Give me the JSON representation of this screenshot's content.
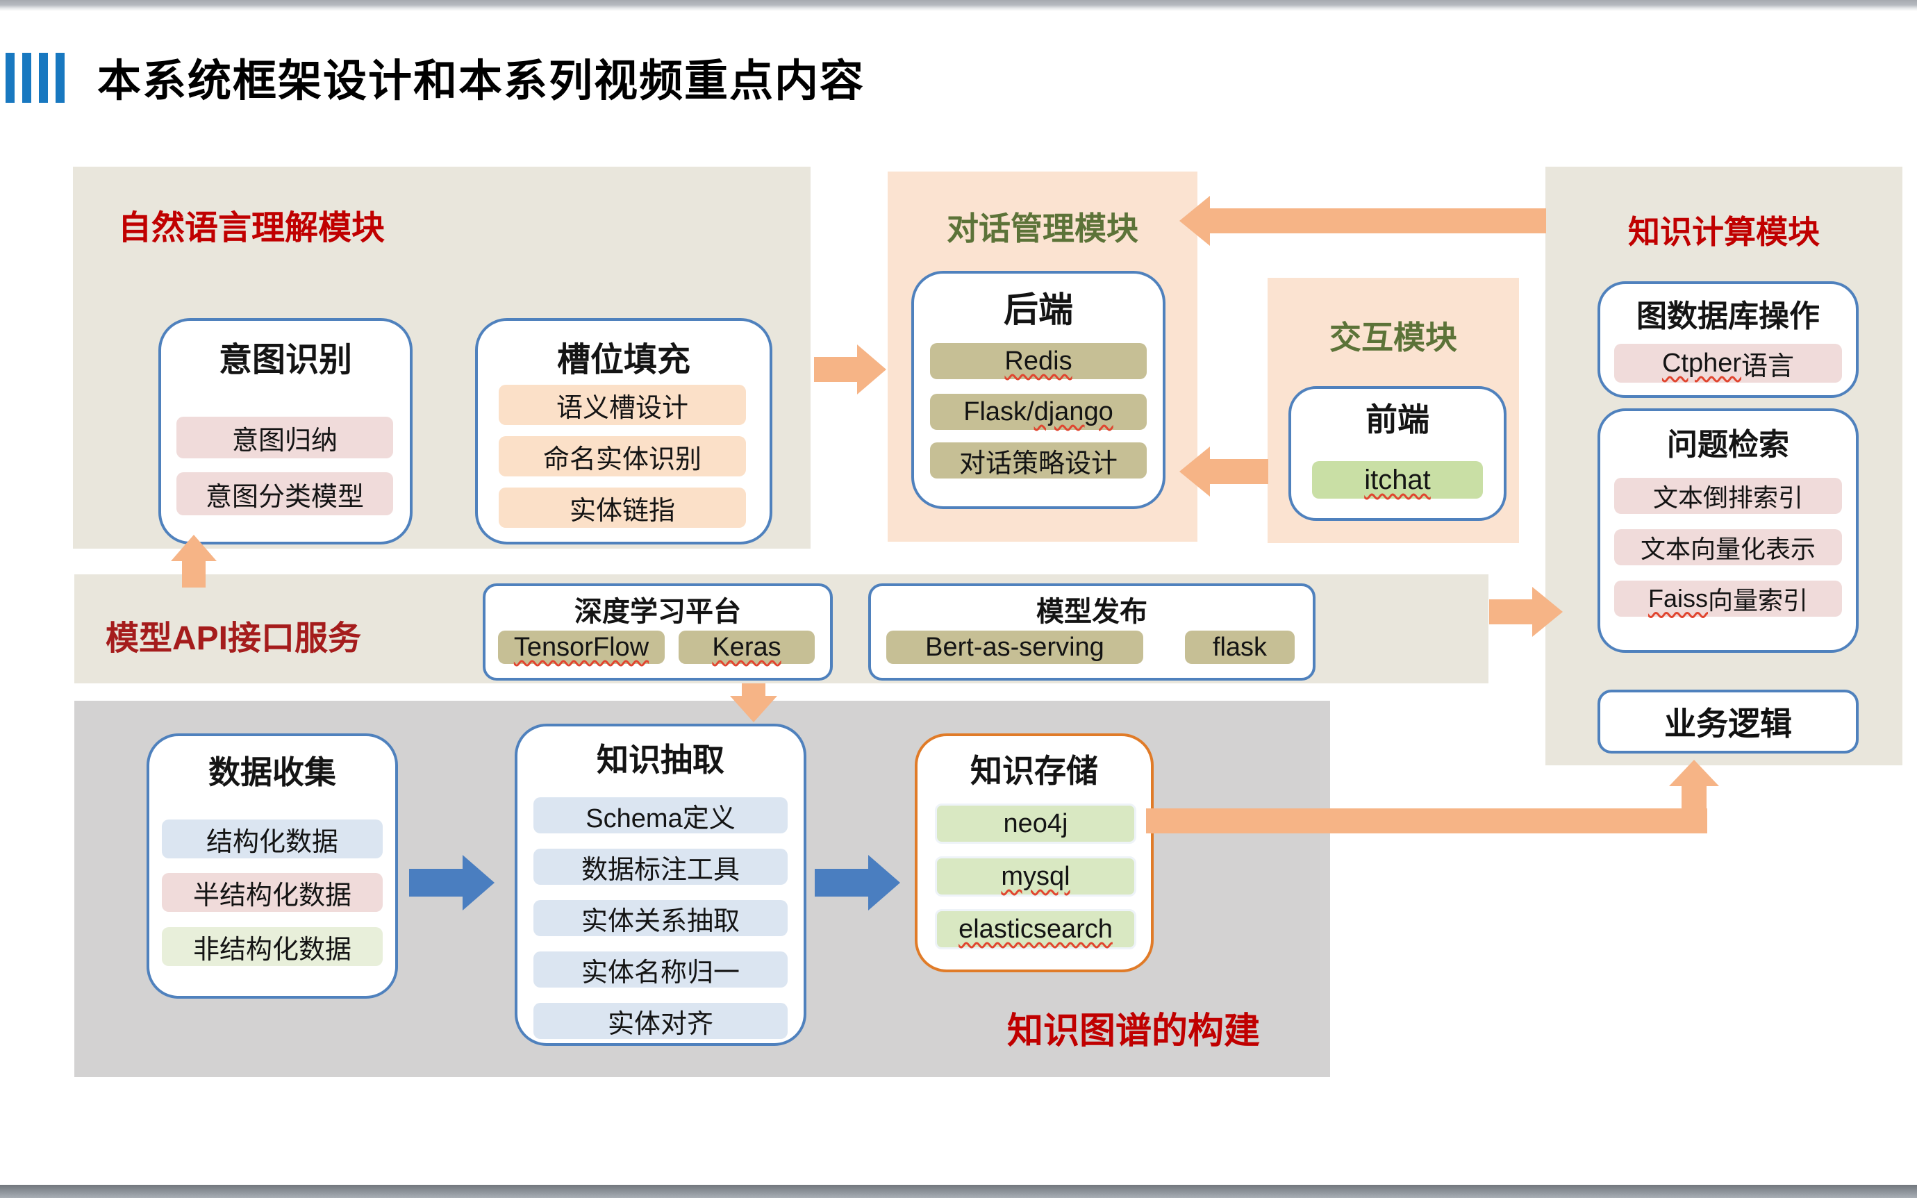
{
  "header": {
    "title": "本系统框架设计和本系列视频重点内容"
  },
  "nlu": {
    "title": "自然语言理解模块",
    "intent": {
      "title": "意图识别",
      "items": [
        "意图归纳",
        "意图分类模型"
      ]
    },
    "slot": {
      "title": "槽位填充",
      "items": [
        "语义槽设计",
        "命名实体识别",
        "实体链指"
      ]
    }
  },
  "dm": {
    "title": "对话管理模块",
    "backend": {
      "title": "后端",
      "items": [
        "Redis",
        "Flask/django",
        "对话策略设计"
      ]
    }
  },
  "ia": {
    "title": "交互模块",
    "frontend": {
      "title": "前端",
      "items": [
        "itchat"
      ]
    }
  },
  "kc": {
    "title": "知识计算模块",
    "graphdb": {
      "title": "图数据库操作",
      "items": [
        "Ctpher 语言"
      ]
    },
    "retrieval": {
      "title": "问题检索",
      "items": [
        "文本倒排索引",
        "文本向量化表示",
        "Faiss向量索引"
      ]
    },
    "logic": {
      "title": "业务逻辑"
    }
  },
  "api": {
    "title": "模型API接口服务",
    "dl": {
      "title": "深度学习平台",
      "items": [
        "TensorFlow",
        "Keras"
      ]
    },
    "deploy": {
      "title": "模型发布",
      "items": [
        "Bert-as-serving",
        "flask"
      ]
    }
  },
  "kg": {
    "label": "知识图谱的构建",
    "collect": {
      "title": "数据收集",
      "items": [
        "结构化数据",
        "半结构化数据",
        "非结构化数据"
      ]
    },
    "extract": {
      "title": "知识抽取",
      "items": [
        "Schema定义",
        "数据标注工具",
        "实体关系抽取",
        "实体名称归一",
        "实体对齐"
      ]
    },
    "store": {
      "title": "知识存储",
      "items": [
        "neo4j",
        "mysql",
        "elasticsearch"
      ]
    }
  },
  "colors": {
    "accent_arrow": "#f6b486",
    "blue_arrow": "#4a7ec0",
    "red_title": "#c00000",
    "api_title_red": "#a51c1c",
    "green_title": "#5c7338",
    "panel_beige": "#e9e6dc",
    "panel_peach": "#fbe3d1",
    "panel_gray": "#d3d2d2",
    "box_border_blue": "#4f81bd",
    "box_border_orange": "#e07b28",
    "header_bars_blue": "#1878c0"
  }
}
